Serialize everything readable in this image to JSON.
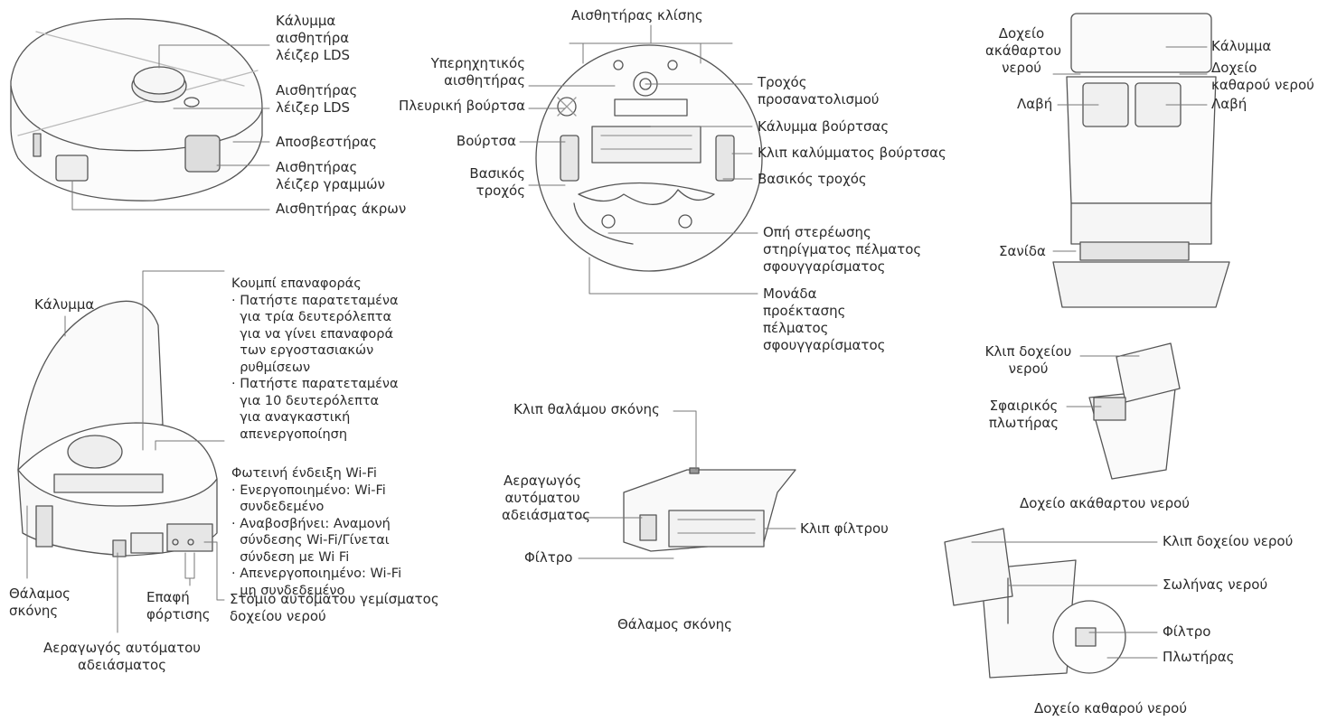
{
  "robot_top": {
    "lds_cover": [
      "Κάλυμμα",
      "αισθητήρα",
      "λέιζερ LDS"
    ],
    "lds_sensor": [
      "Αισθητήρας",
      "λέιζερ LDS"
    ],
    "bumper": "Αποσβεστήρας",
    "line_laser": [
      "Αισθητήρας",
      "λέιζερ γραμμών"
    ],
    "edge_sensor": "Αισθητήρας άκρων"
  },
  "robot_bottom": {
    "cliff_sensor": "Αισθητήρας κλίσης",
    "ultrasonic": [
      "Υπερηχητικός",
      "αισθητήρας"
    ],
    "side_brush": "Πλευρική βούρτσα",
    "brush": "Βούρτσα",
    "main_wheel_left": [
      "Βασικός",
      "τροχός"
    ],
    "omni_wheel": [
      "Τροχός",
      "προσανατολισμού"
    ],
    "brush_cover": "Κάλυμμα βούρτσας",
    "brush_cover_clip": "Κλιπ καλύμματος βούρτσας",
    "main_wheel_right": "Βασικός τροχός",
    "mop_mount_hole": [
      "Οπή στερέωσης",
      "στηρίγματος πέλματος",
      "σφουγγαρίσματος"
    ],
    "mop_extension": [
      "Μονάδα",
      "προέκτασης",
      "πέλματος",
      "σφουγγαρίσματος"
    ]
  },
  "robot_open": {
    "cover": "Κάλυμμα",
    "reset_button": [
      "Κουμπί επαναφοράς",
      "· Πατήστε παρατεταμένα",
      "  για τρία δευτερόλεπτα",
      "  για να γίνει επαναφορά",
      "  των εργοστασιακών",
      "  ρυθμίσεων",
      "· Πατήστε παρατεταμένα",
      "  για 10 δευτερόλεπτα",
      "  για αναγκαστική",
      "  απενεργοποίηση"
    ],
    "wifi_indicator": [
      "Φωτεινή ένδειξη Wi-Fi",
      "· Ενεργοποιημένο: Wi-Fi",
      "  συνδεδεμένο",
      "· Αναβοσβήνει: Αναμονή",
      "  σύνδεσης Wi-Fi/Γίνεται",
      "  σύνδεση με Wi Fi",
      "· Απενεργοποιημένο: Wi-Fi",
      "  μη συνδεδεμένο"
    ],
    "dust_bin": [
      "Θάλαμος",
      "σκόνης"
    ],
    "charging_contact": [
      "Επαφή",
      "φόρτισης"
    ],
    "auto_refill_port": [
      "Στόμιο αυτόματου γεμίσματος",
      "δοχείου νερού"
    ],
    "auto_empty_inlet": [
      "Αεραγωγός αυτόματου",
      "αδειάσματος"
    ]
  },
  "dust_chamber": {
    "clip": "Κλιπ θαλάμου σκόνης",
    "inlet": [
      "Αεραγωγός",
      "αυτόματου",
      "αδειάσματος"
    ],
    "filter": "Φίλτρο",
    "filter_clip": "Κλιπ φίλτρου",
    "caption": "Θάλαμος σκόνης"
  },
  "station": {
    "dirty_tank": [
      "Δοχείο",
      "ακάθαρτου",
      "νερού"
    ],
    "handle_left": "Λαβή",
    "ramp": "Σανίδα",
    "cover": "Κάλυμμα",
    "clean_tank": [
      "Δοχείο",
      "καθαρού νερού"
    ],
    "handle_right": "Λαβή"
  },
  "dirty_tank": {
    "clip": [
      "Κλιπ δοχείου",
      "νερού"
    ],
    "float": [
      "Σφαιρικός",
      "πλωτήρας"
    ],
    "caption": "Δοχείο ακάθαρτου νερού"
  },
  "clean_tank": {
    "clip": "Κλιπ δοχείου νερού",
    "pipe": "Σωλήνας νερού",
    "filter": "Φίλτρο",
    "float": "Πλωτήρας",
    "caption": "Δοχείο καθαρού νερού"
  }
}
